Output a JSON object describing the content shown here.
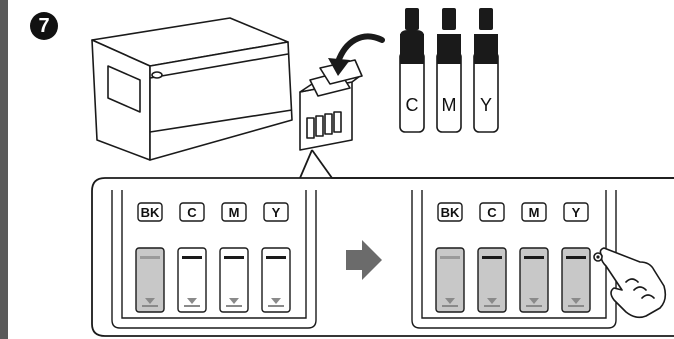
{
  "step": {
    "number": "7"
  },
  "bottles": [
    {
      "label": "C"
    },
    {
      "label": "M"
    },
    {
      "label": "Y"
    }
  ],
  "tanks_before": [
    {
      "label": "BK"
    },
    {
      "label": "C"
    },
    {
      "label": "M"
    },
    {
      "label": "Y"
    }
  ],
  "tanks_after": [
    {
      "label": "BK"
    },
    {
      "label": "C"
    },
    {
      "label": "M"
    },
    {
      "label": "Y"
    }
  ],
  "icons": {
    "printer": "printer-icon",
    "curved_arrow": "curved-arrow-icon",
    "right_arrow": "arrow-right-icon",
    "hand": "pointing-hand-icon"
  },
  "colors": {
    "line": "#1a1a1a",
    "bar": "#5a5a5a",
    "tank_fill": "#c8c8c8",
    "arrow": "#6b6b6b"
  }
}
